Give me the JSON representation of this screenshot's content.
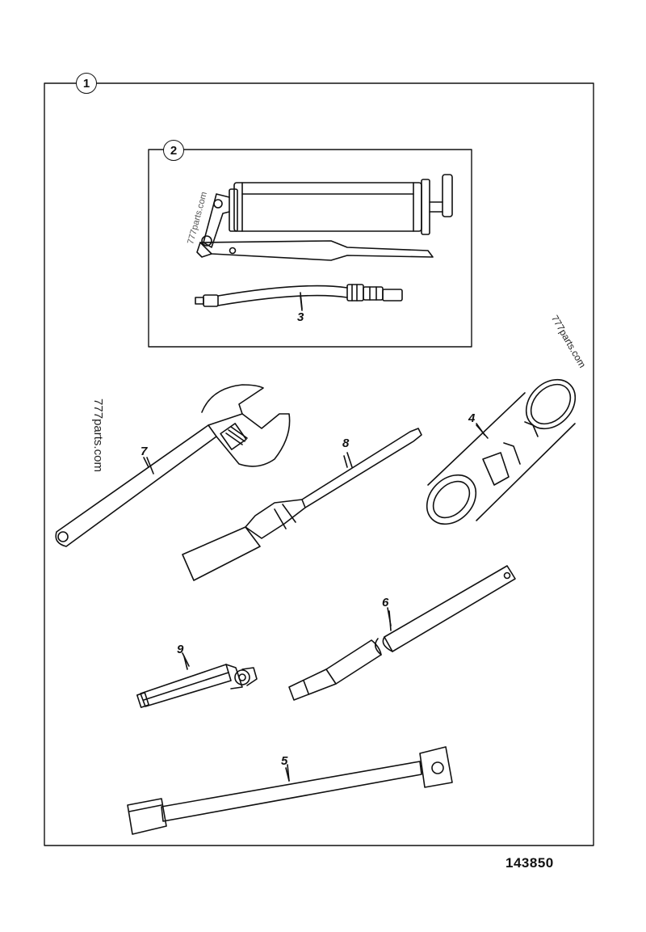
{
  "kit_label": "1",
  "sub_kit_label": "2",
  "callouts": {
    "hose": "3",
    "grease_cartridge": "4",
    "bar": "5",
    "tube_tool": "6",
    "wrench": "7",
    "screwdriver": "8",
    "grease_nipple_tool": "9"
  },
  "watermarks": [
    "777parts.com",
    "777parts.com",
    "777parts.com"
  ],
  "figure_number": "143850",
  "colors": {
    "ink": "#111111",
    "background": "#ffffff"
  }
}
